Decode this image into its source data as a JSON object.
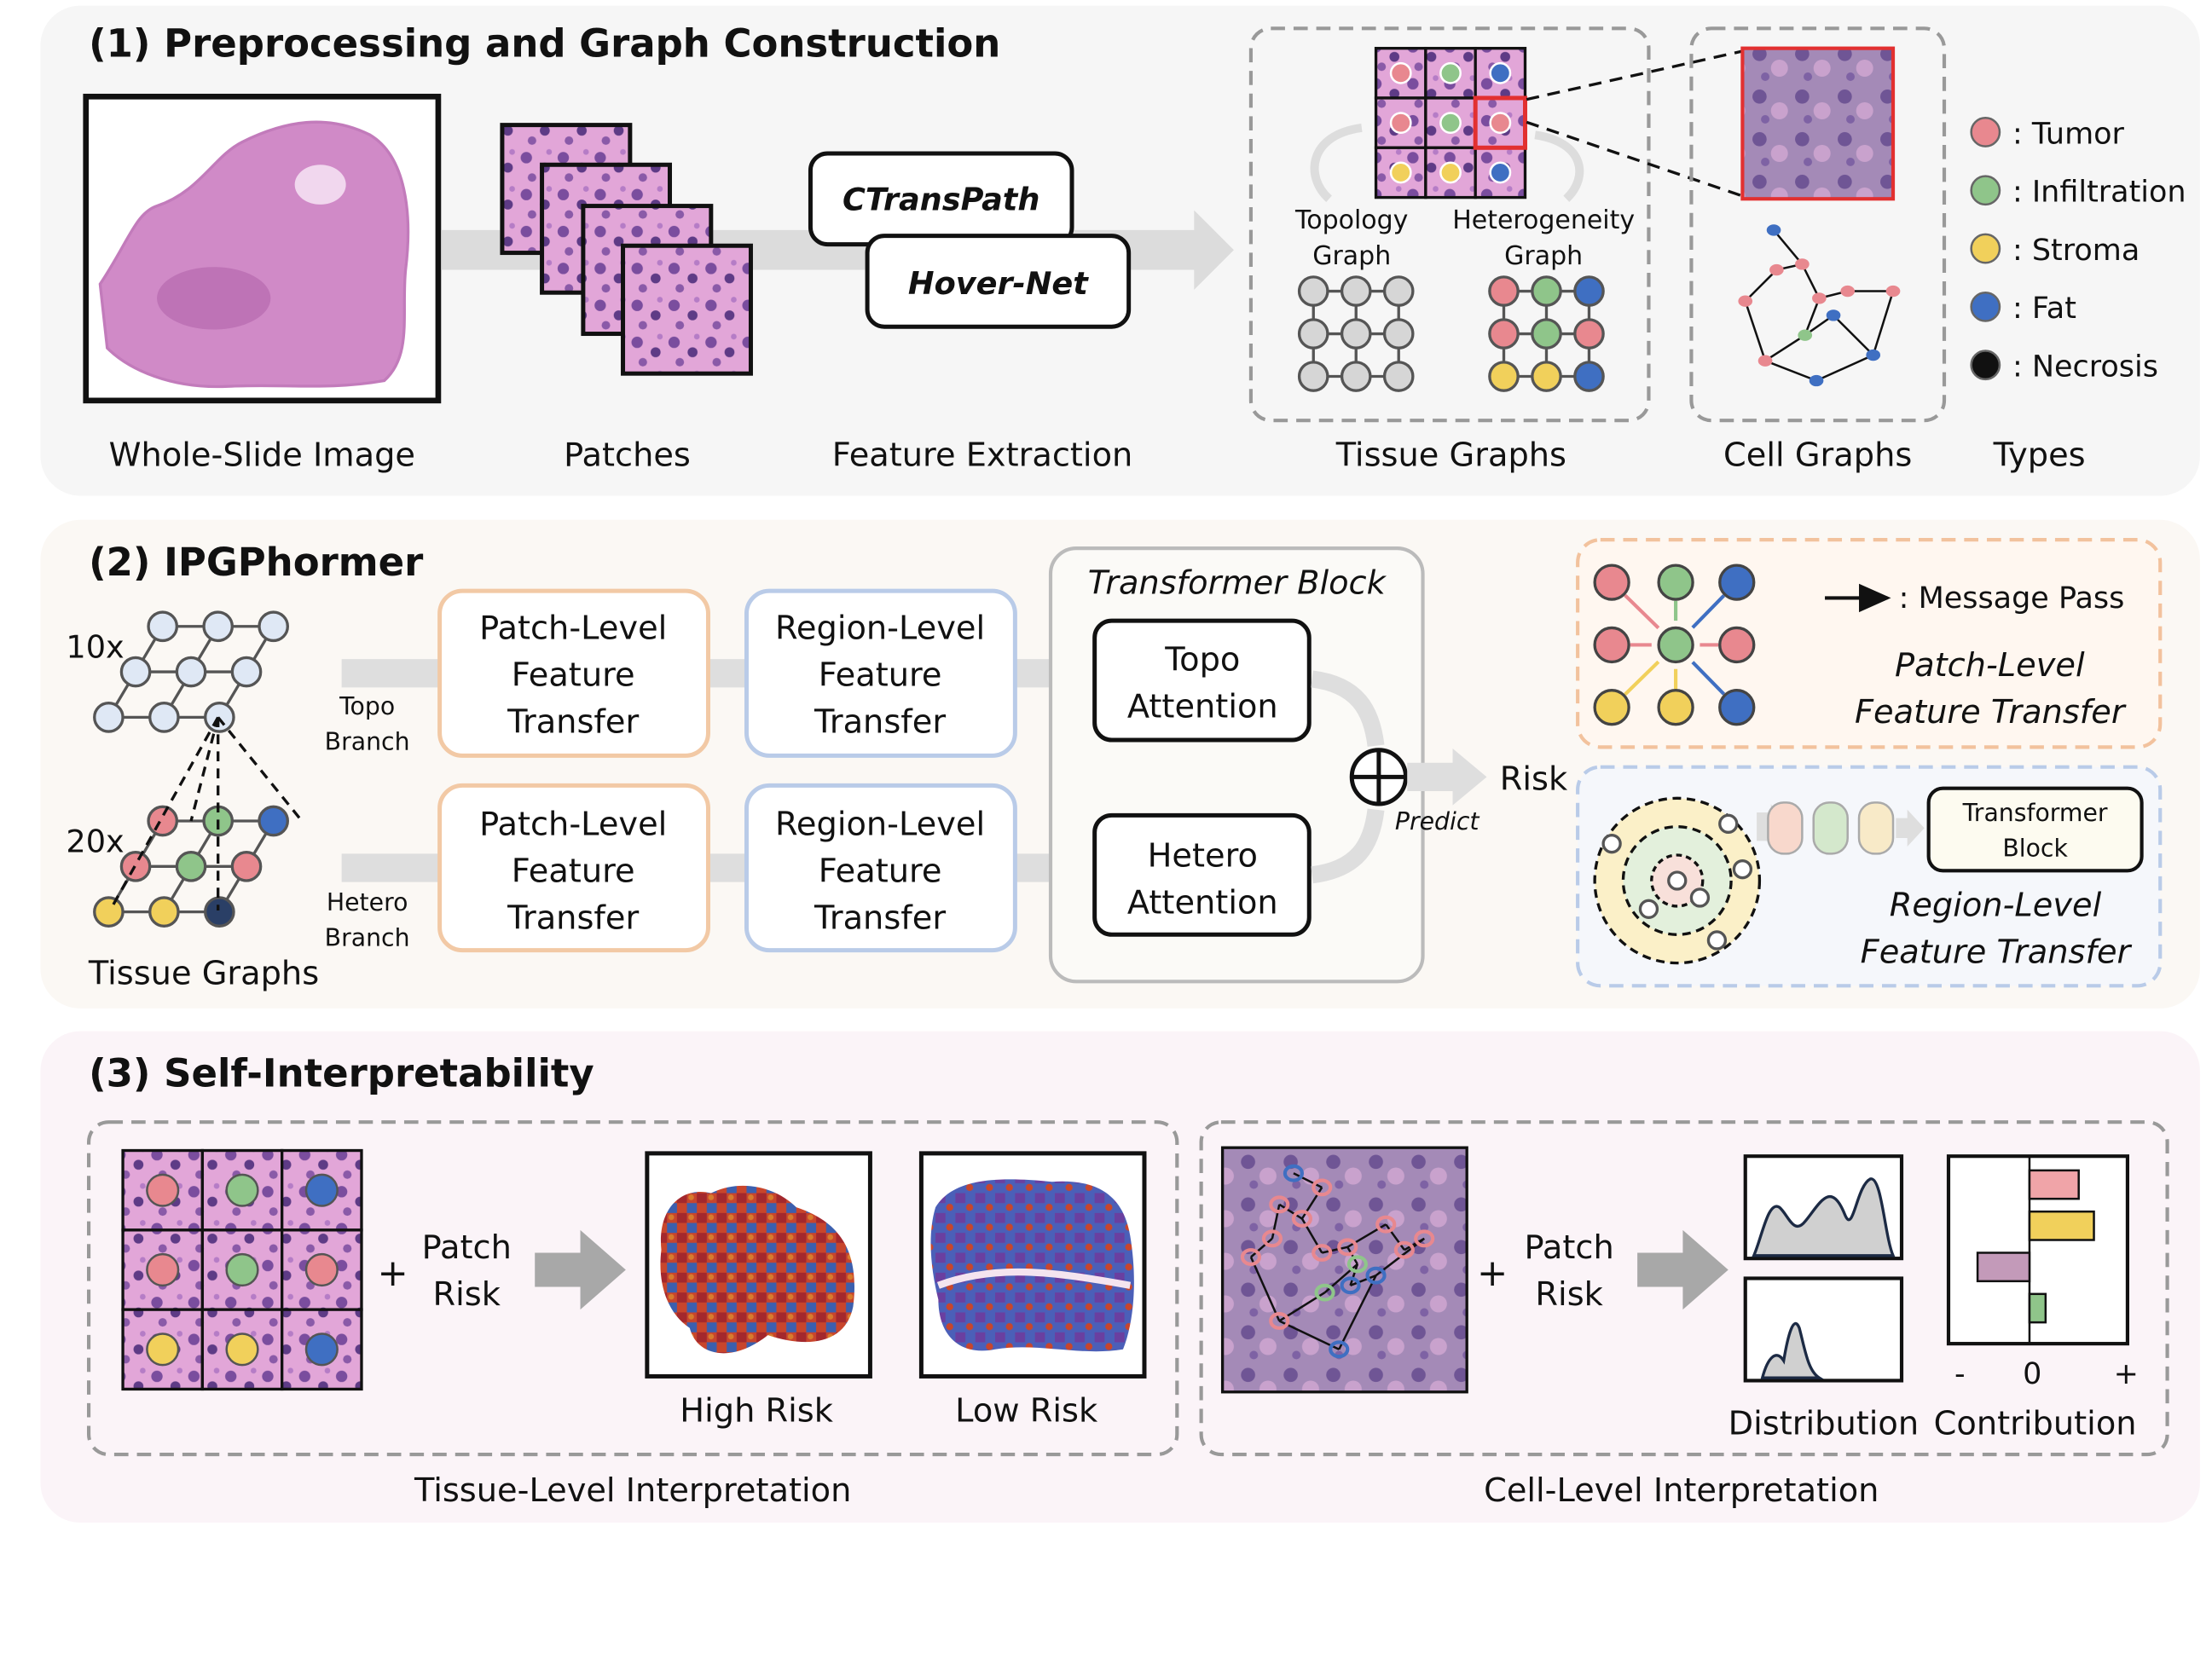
{
  "section1": {
    "title": "(1) Preprocessing and Graph Construction",
    "wsi_caption": "Whole-Slide Image",
    "patches_caption": "Patches",
    "extractor_1": "CTransPath",
    "extractor_2": "Hover-Net",
    "feature_caption": "Feature Extraction",
    "topology_graph_1": "Topology",
    "topology_graph_2": "Graph",
    "hetero_graph_1": "Heterogeneity",
    "hetero_graph_2": "Graph",
    "tissue_caption": "Tissue Graphs",
    "cell_caption": "Cell Graphs",
    "types_caption": "Types",
    "types": [
      {
        "label": ": Tumor",
        "color": "#e8888f"
      },
      {
        "label": ": Infiltration",
        "color": "#8fc58a"
      },
      {
        "label": ": Stroma",
        "color": "#f1d05b"
      },
      {
        "label": ": Fat",
        "color": "#3f6fc2"
      },
      {
        "label": ": Necrosis",
        "color": "#111111"
      }
    ]
  },
  "section2": {
    "title": "(2) IPGPhormer",
    "mag_10x": "10x",
    "mag_20x": "20x",
    "topo_branch_1": "Topo",
    "topo_branch_2": "Branch",
    "hetero_branch_1": "Hetero",
    "hetero_branch_2": "Branch",
    "tissue_graphs_caption": "Tissue Graphs",
    "patch_level_lines": [
      "Patch-Level",
      "Feature",
      "Transfer"
    ],
    "region_level_lines": [
      "Region-Level",
      "Feature",
      "Transfer"
    ],
    "transformer_block_title": "Transformer Block",
    "topo_attention_lines": [
      "Topo",
      "Attention"
    ],
    "hetero_attention_lines": [
      "Hetero",
      "Attention"
    ],
    "predict_label": "Predict",
    "risk_label": "Risk",
    "message_pass_label": ": Message Pass",
    "patch_level_legend_lines": [
      "Patch-Level",
      "Feature Transfer"
    ],
    "transformer_small_lines": [
      "Transformer",
      "Block"
    ],
    "region_level_legend_lines": [
      "Region-Level",
      "Feature Transfer"
    ]
  },
  "section3": {
    "title": "(3) Self-Interpretability",
    "plus_1": "+",
    "patch_risk_1_lines": [
      "Patch",
      "Risk"
    ],
    "high_risk": "High Risk",
    "low_risk": "Low Risk",
    "tissue_level_caption": "Tissue-Level Interpretation",
    "plus_2": "+",
    "patch_risk_2_lines": [
      "Patch",
      "Risk"
    ],
    "distribution_caption": "Distribution",
    "contribution_caption": "Contribution",
    "contribution_ticks": [
      "-",
      "0",
      "+"
    ],
    "contribution_values": [
      {
        "color": "#f0a4a8",
        "value": 0.55
      },
      {
        "color": "#f1d05b",
        "value": 0.72
      },
      {
        "color": "#c39ab9",
        "value": -0.58
      },
      {
        "color": "#8fc58a",
        "value": 0.18
      }
    ],
    "cell_level_caption": "Cell-Level Interpretation"
  },
  "colors": {
    "tumor": "#e8888f",
    "infiltration": "#8fc58a",
    "stroma": "#f1d05b",
    "fat": "#3f6fc2",
    "necrosis": "#111111",
    "patch_box_border": "#f2c9a5",
    "region_box_border": "#b9cbe8",
    "arrow_gray": "#d5d5d5",
    "panel1_bg": "#f7f7f7",
    "panel2_bg": "#fbf8f4",
    "panel3_bg": "#fbf4f8",
    "he_pink": "#dca0d0",
    "he_purple": "#6a4a8a"
  }
}
